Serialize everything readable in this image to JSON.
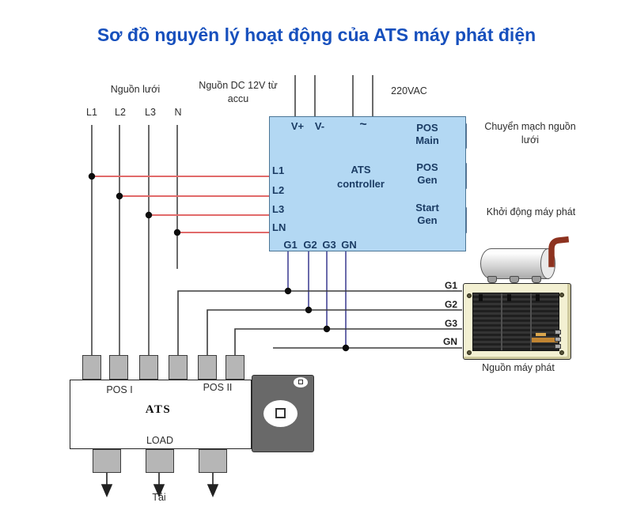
{
  "title": "Sơ đồ nguyên lý hoạt động của ATS máy phát điện",
  "colors": {
    "title_blue": "#1750bd",
    "controller_fill": "#b3d8f3",
    "controller_border": "#4c7696",
    "wire_red": "#e16a6a",
    "wire_purple": "#4f4f9c",
    "wire_black": "#454545",
    "terminal_gray": "#b6b6b6",
    "knob_gray": "#696969",
    "generator_frame_cream": "#f3f0d2",
    "exhaust_red": "#8d321f"
  },
  "top": {
    "mains_title": "Nguồn lưới",
    "mains_lines": [
      "L1",
      "L2",
      "L3",
      "N"
    ],
    "dc_line1": "Nguồn DC 12V từ",
    "dc_line2": "accu",
    "ac_label": "220VAC"
  },
  "controller": {
    "name_line1": "ATS",
    "name_line2": "controller",
    "v_plus": "V+",
    "v_minus": "V-",
    "tilde": "~",
    "left_terminals": [
      "L1",
      "L2",
      "L3",
      "LN"
    ],
    "bottom_terminals": [
      "G1",
      "G2",
      "G3",
      "GN"
    ],
    "relays": [
      {
        "l1": "POS",
        "l2": "Main"
      },
      {
        "l1": "POS",
        "l2": "Gen"
      },
      {
        "l1": "Start",
        "l2": "Gen"
      }
    ]
  },
  "annotations": {
    "relay_mains_line1": "Chuyển mạch nguồn",
    "relay_mains_line2": "lưới",
    "relay_start": "Khởi động máy phát",
    "generator": "Nguồn máy phát"
  },
  "gen_bus": {
    "labels": [
      "G1",
      "G2",
      "G3",
      "GN"
    ]
  },
  "ats": {
    "pos1": "POS I",
    "pos2": "POS II",
    "name": "ATS",
    "load": "LOAD",
    "tai": "Tải"
  }
}
